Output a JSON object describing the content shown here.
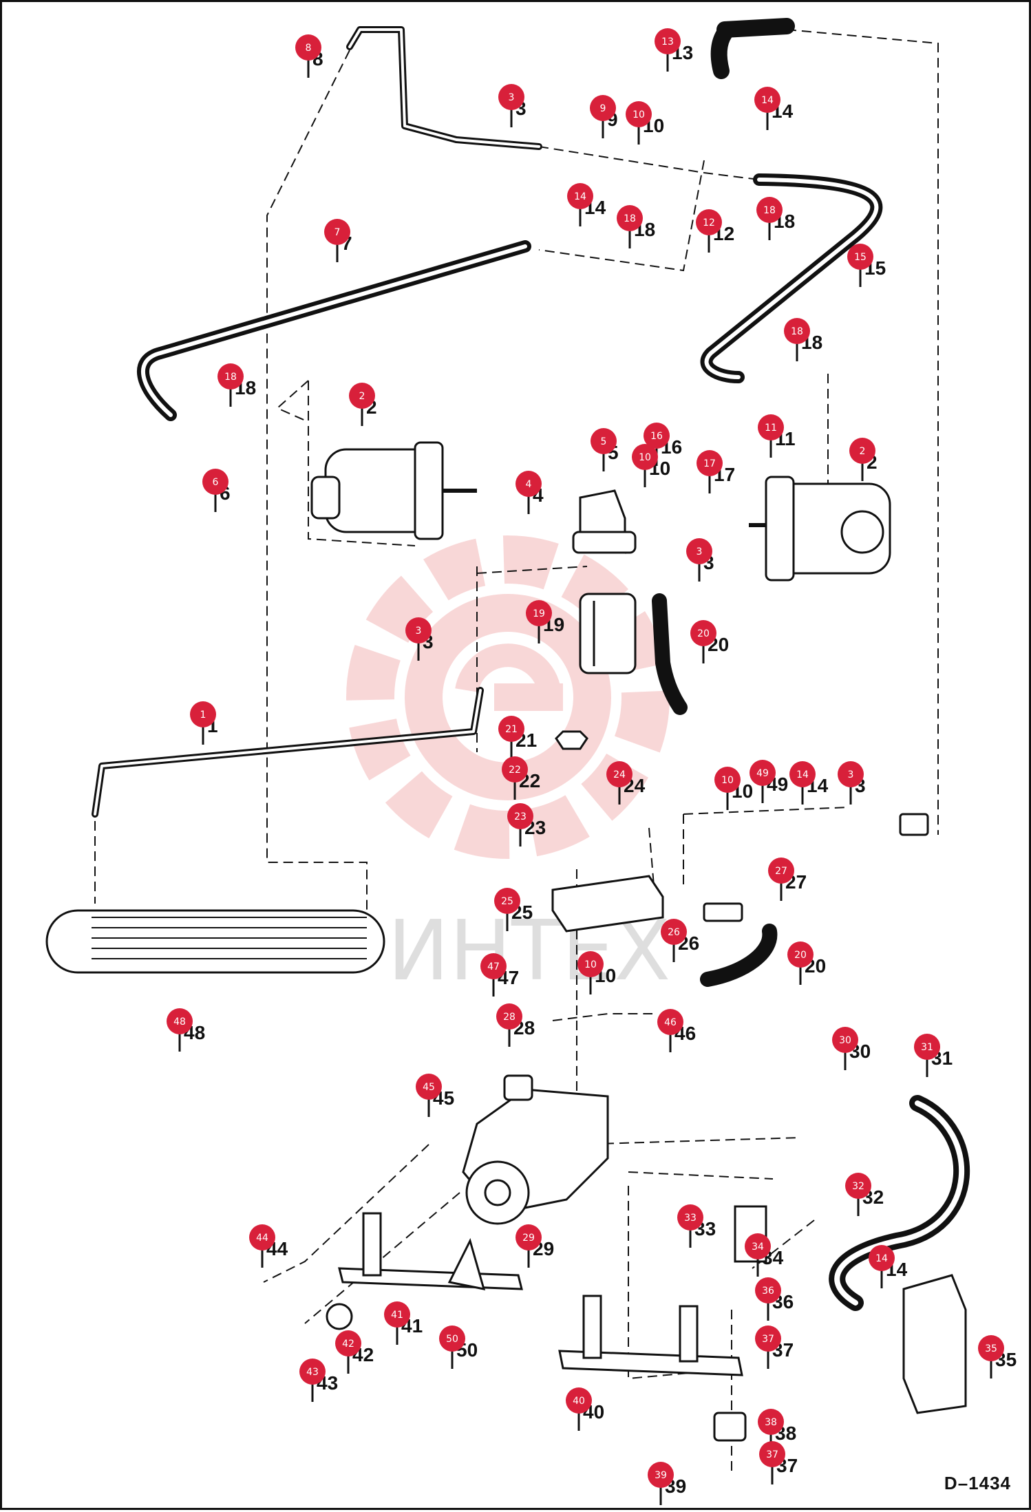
{
  "drawing_code": "D–1434",
  "watermark": "ИНТЕХ",
  "callouts": [
    {
      "id": 1,
      "label": "1"
    },
    {
      "id": 2,
      "label": "2"
    },
    {
      "id": 3,
      "label": "3"
    },
    {
      "id": 4,
      "label": "4"
    },
    {
      "id": 5,
      "label": "5"
    },
    {
      "id": 6,
      "label": "6"
    },
    {
      "id": 7,
      "label": "7"
    },
    {
      "id": 8,
      "label": "8"
    },
    {
      "id": 9,
      "label": "9"
    },
    {
      "id": 10,
      "label": "10"
    },
    {
      "id": 11,
      "label": "11"
    },
    {
      "id": 12,
      "label": "12"
    },
    {
      "id": 13,
      "label": "13"
    },
    {
      "id": 14,
      "label": "14"
    },
    {
      "id": 15,
      "label": "15"
    },
    {
      "id": 16,
      "label": "16"
    },
    {
      "id": 17,
      "label": "17"
    },
    {
      "id": 18,
      "label": "18"
    },
    {
      "id": 19,
      "label": "19"
    },
    {
      "id": 20,
      "label": "20"
    },
    {
      "id": 21,
      "label": "21"
    },
    {
      "id": 22,
      "label": "22"
    },
    {
      "id": 23,
      "label": "23"
    },
    {
      "id": 24,
      "label": "24"
    },
    {
      "id": 25,
      "label": "25"
    },
    {
      "id": 26,
      "label": "26"
    },
    {
      "id": 27,
      "label": "27"
    },
    {
      "id": 28,
      "label": "28"
    },
    {
      "id": 29,
      "label": "29"
    },
    {
      "id": 30,
      "label": "30"
    },
    {
      "id": 31,
      "label": "31"
    },
    {
      "id": 32,
      "label": "32"
    },
    {
      "id": 33,
      "label": "33"
    },
    {
      "id": 34,
      "label": "34"
    },
    {
      "id": 35,
      "label": "35"
    },
    {
      "id": 36,
      "label": "36"
    },
    {
      "id": 37,
      "label": "37"
    },
    {
      "id": 38,
      "label": "38"
    },
    {
      "id": 39,
      "label": "39"
    },
    {
      "id": 40,
      "label": "40"
    },
    {
      "id": 41,
      "label": "41"
    },
    {
      "id": 42,
      "label": "42"
    },
    {
      "id": 43,
      "label": "43"
    },
    {
      "id": 44,
      "label": "44"
    },
    {
      "id": 45,
      "label": "45"
    },
    {
      "id": 46,
      "label": "46"
    },
    {
      "id": 47,
      "label": "47"
    },
    {
      "id": 48,
      "label": "48"
    },
    {
      "id": 49,
      "label": "49"
    },
    {
      "id": 50,
      "label": "50"
    }
  ],
  "colors": {
    "badge": "#d8203a",
    "line": "#111111",
    "watermark": "#f4b8b8"
  }
}
